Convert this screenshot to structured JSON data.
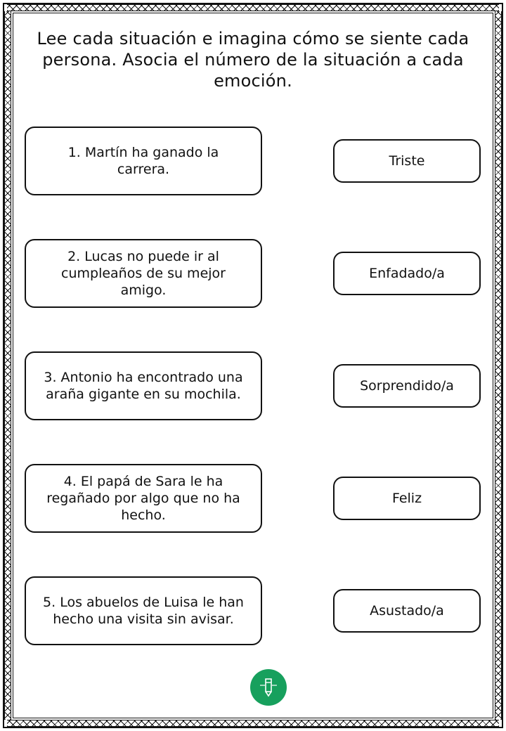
{
  "instructions": "Lee cada situación e imagina cómo se siente cada persona. Asocia el número de la situación a cada emoción.",
  "situations": [
    {
      "text": "1. Martín ha ganado la carrera."
    },
    {
      "text": "2. Lucas no puede ir al cumpleaños de su mejor amigo."
    },
    {
      "text": "3. Antonio ha encontrado una araña gigante en su mochila."
    },
    {
      "text": "4. El papá de Sara le ha regañado por algo que no ha hecho."
    },
    {
      "text": "5. Los abuelos de Luisa le han hecho una visita sin avisar."
    }
  ],
  "emotions": [
    {
      "text": "Triste"
    },
    {
      "text": "Enfadado/a"
    },
    {
      "text": "Sorprendido/a"
    },
    {
      "text": "Feliz"
    },
    {
      "text": "Asustado/a"
    }
  ],
  "logo": {
    "icon": "pencil-icon",
    "color": "#17a05d"
  }
}
